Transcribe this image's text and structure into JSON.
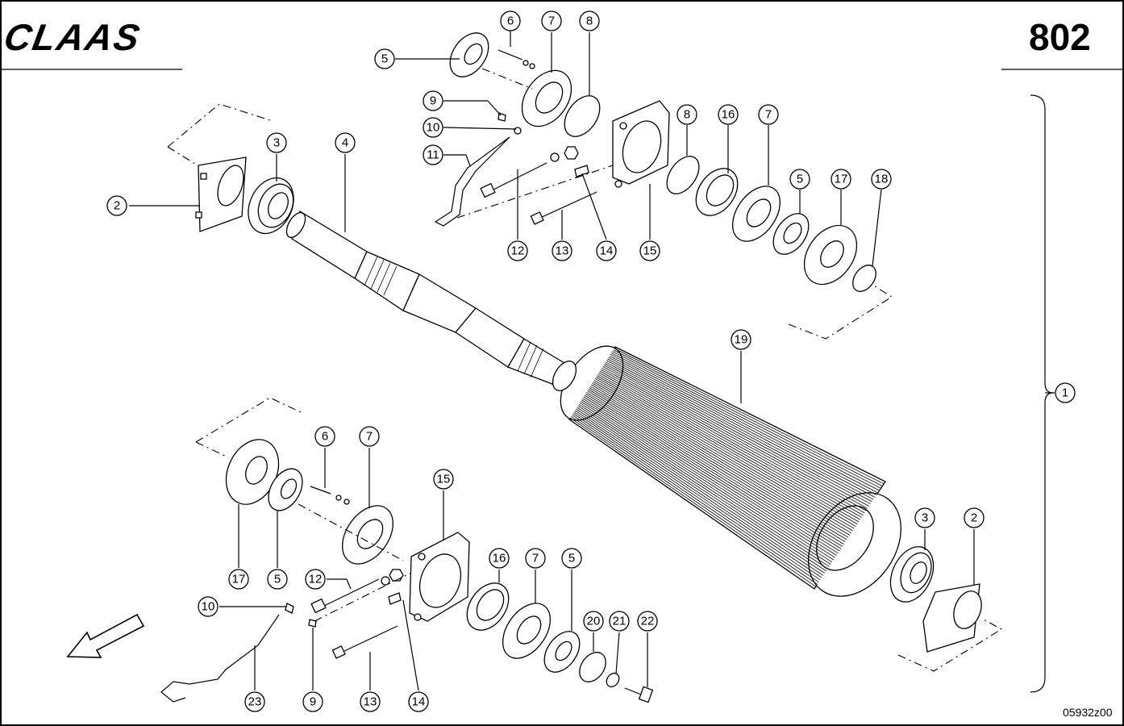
{
  "header": {
    "brand": "CLAAS",
    "page_number": "802"
  },
  "figure_ref": "05932z00",
  "callouts": {
    "c1": "1",
    "c2a": "2",
    "c2b": "2",
    "c3a": "3",
    "c3b": "3",
    "c4": "4",
    "c5a": "5",
    "c5b": "5",
    "c5c": "5",
    "c5d": "5",
    "c6a": "6",
    "c6b": "6",
    "c7a": "7",
    "c7b": "7",
    "c7c": "7",
    "c7d": "7",
    "c8a": "8",
    "c8b": "8",
    "c9a": "9",
    "c9b": "9",
    "c10a": "10",
    "c10b": "10",
    "c11": "11",
    "c12a": "12",
    "c12b": "12",
    "c13a": "13",
    "c13b": "13",
    "c14a": "14",
    "c14b": "14",
    "c15a": "15",
    "c15b": "15",
    "c16a": "16",
    "c16b": "16",
    "c17a": "17",
    "c17b": "17",
    "c18": "18",
    "c19": "19",
    "c20": "20",
    "c21": "21",
    "c22": "22",
    "c23": "23"
  }
}
